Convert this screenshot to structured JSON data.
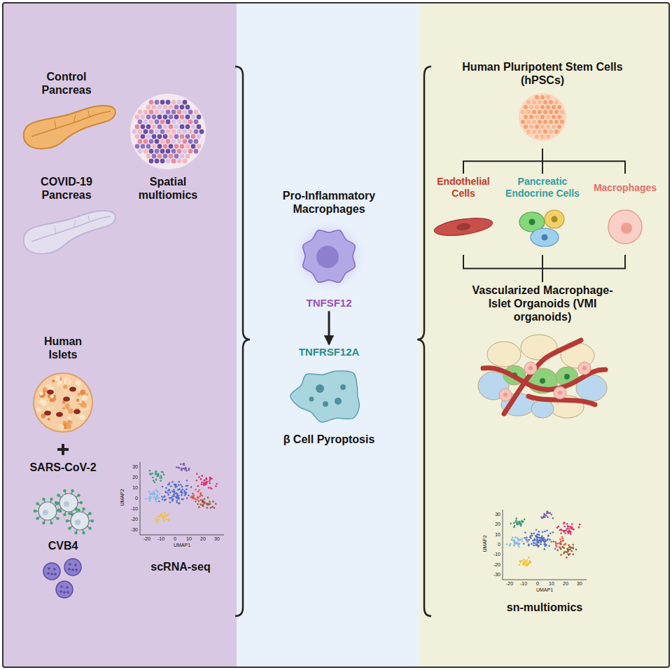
{
  "diagram": {
    "nodes": [
      {
        "text": [
          "Pro-Inflammatory Macrophages",
          "TNFSF12"
        ]
      },
      {
        "text": [
          "TNFRSF12A",
          "β Cell Pyroptosis"
        ]
      },
      {
        "text": [
          "Human Pluripotent Stem Cells (hPSCs)"
        ]
      },
      {
        "text": [
          "Endothelial Cells"
        ]
      },
      {
        "text": [
          "Pancreatic Endocrine Cells"
        ]
      },
      {
        "text": [
          "Macrophages"
        ]
      },
      {
        "text": [
          "Vascularized Macrophage-Islet Organoids (VMI organoids)"
        ]
      }
    ],
    "edges": [
      {
        "from": 0,
        "to": 1,
        "arrow": "to"
      },
      {
        "from": 2,
        "to": 3,
        "arrow": "none"
      },
      {
        "from": 2,
        "to": 4,
        "arrow": "none"
      },
      {
        "from": 2,
        "to": 5,
        "arrow": "none"
      },
      {
        "from": 3,
        "to": 6,
        "arrow": "none"
      },
      {
        "from": 4,
        "to": 6,
        "arrow": "none"
      },
      {
        "from": 5,
        "to": 6,
        "arrow": "none"
      }
    ],
    "labels": [
      "Control Pancreas",
      "COVID-19 Pancreas",
      "Spatial multiomics",
      "Human Islets",
      "SARS-CoV-2",
      "CVB4",
      "scRNA-seq",
      "UMAP2",
      "UMAP1",
      "30",
      "20",
      "10",
      "0",
      "-10",
      "-20",
      "-30",
      "-20",
      "-10",
      "0",
      "10",
      "20",
      "30",
      "sn-multiomics",
      "UMAP2",
      "UMAP1",
      "30",
      "20",
      "10",
      "0",
      "-10",
      "-20",
      "-30",
      "-20",
      "-10",
      "0",
      "10",
      "20",
      "30"
    ]
  }
}
